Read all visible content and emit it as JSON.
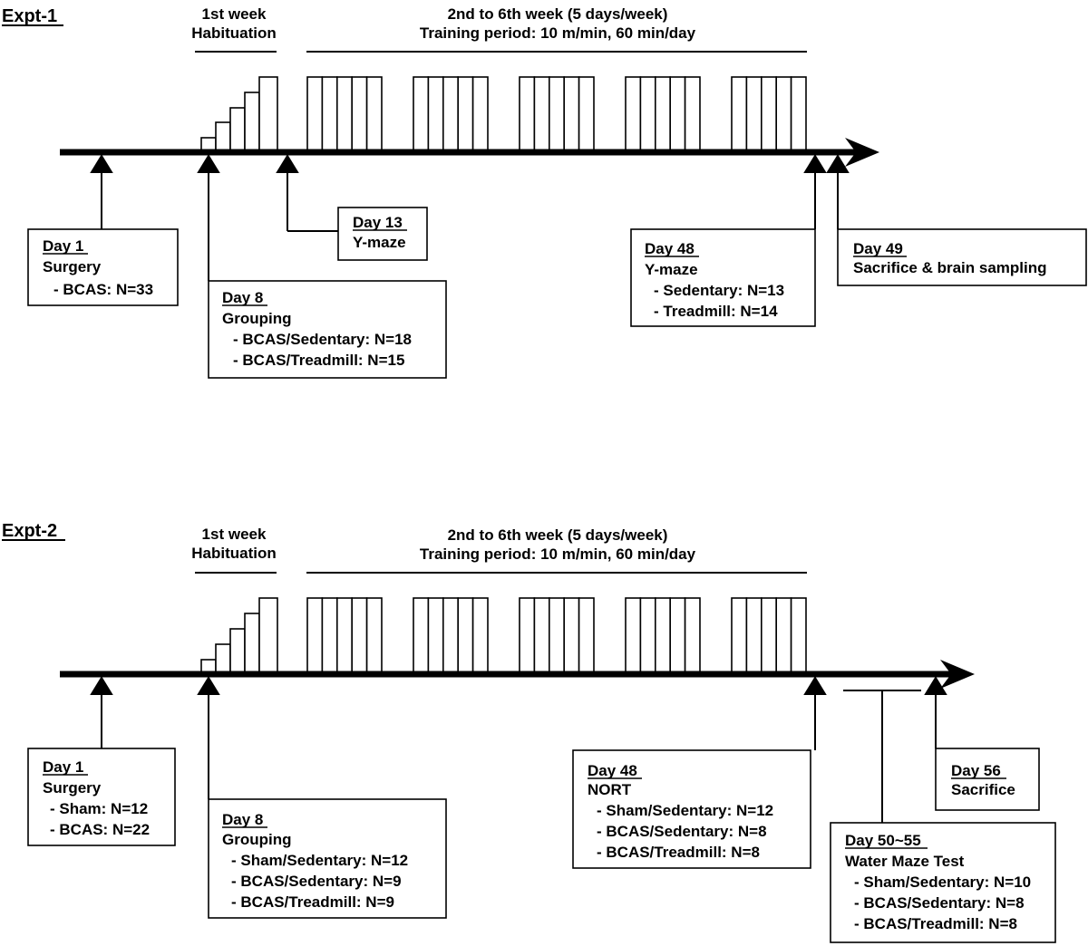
{
  "colors": {
    "ink": "#000000",
    "background": "#ffffff"
  },
  "experiments": [
    {
      "label": "Expt-1",
      "header_habituation": [
        "1st week",
        "Habituation"
      ],
      "header_training": [
        "2nd to 6th week (5 days/week)",
        "Training period: 10 m/min, 60 min/day"
      ],
      "events": [
        {
          "title": "Day 1",
          "lines": [
            "Surgery",
            "- BCAS: N=33"
          ]
        },
        {
          "title": "Day 8",
          "lines": [
            "Grouping",
            "- BCAS/Sedentary: N=18",
            "- BCAS/Treadmill: N=15"
          ]
        },
        {
          "title": "Day 13",
          "lines": [
            "Y-maze"
          ]
        },
        {
          "title": "Day 48",
          "lines": [
            "Y-maze",
            "- Sedentary: N=13",
            "- Treadmill: N=14"
          ]
        },
        {
          "title": "Day 49",
          "lines": [
            "Sacrifice & brain sampling"
          ]
        }
      ]
    },
    {
      "label": "Expt-2",
      "header_habituation": [
        "1st week",
        "Habituation"
      ],
      "header_training": [
        "2nd to 6th week (5 days/week)",
        "Training period: 10 m/min, 60 min/day"
      ],
      "events": [
        {
          "title": "Day 1",
          "lines": [
            "Surgery",
            "- Sham: N=12",
            "- BCAS: N=22"
          ]
        },
        {
          "title": "Day 8",
          "lines": [
            "Grouping",
            "- Sham/Sedentary: N=12",
            "- BCAS/Sedentary: N=9",
            "- BCAS/Treadmill: N=9"
          ]
        },
        {
          "title": "Day 48",
          "lines": [
            "NORT",
            "- Sham/Sedentary: N=12",
            "- BCAS/Sedentary: N=8",
            "- BCAS/Treadmill: N=8"
          ]
        },
        {
          "title": "Day 50~55",
          "lines": [
            "Water Maze Test",
            "- Sham/Sedentary: N=10",
            "- BCAS/Sedentary: N=8",
            "- BCAS/Treadmill: N=8"
          ]
        },
        {
          "title": "Day 56",
          "lines": [
            "Sacrifice"
          ]
        }
      ]
    }
  ]
}
